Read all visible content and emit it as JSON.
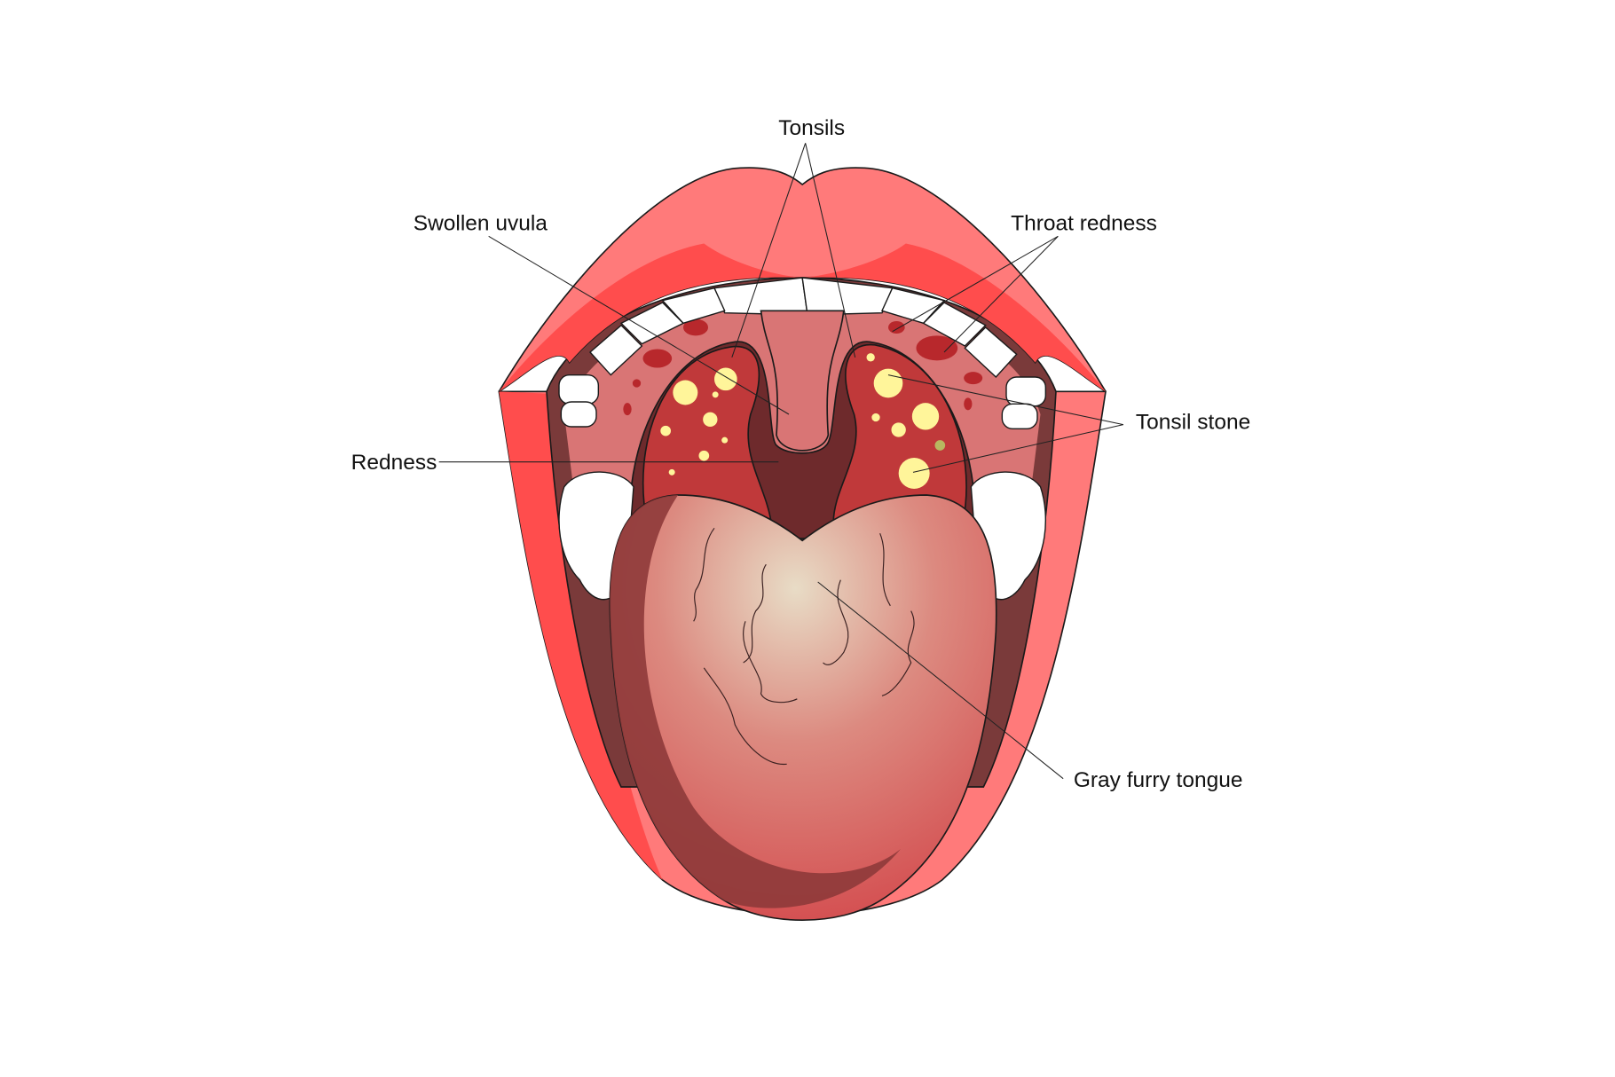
{
  "diagram": {
    "labels": {
      "tonsils": "Tonsils",
      "swollen_uvula": "Swollen uvula",
      "throat_redness": "Throat redness",
      "tonsil_stone": "Tonsil stone",
      "redness": "Redness",
      "gray_furry_tongue": "Gray furry tongue"
    },
    "colors": {
      "lip": "#ff7a7a",
      "lip_shadow": "#ff4d4d",
      "throat": "#d97575",
      "tonsil": "#c0393a",
      "dark": "#6e2a2c",
      "tongue": "#d65555",
      "stone": "#fff59a"
    }
  }
}
